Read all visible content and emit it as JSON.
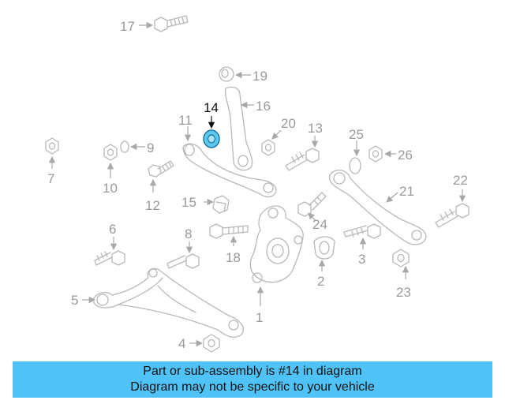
{
  "diagram": {
    "labels": [
      {
        "id": "1",
        "text": "1"
      },
      {
        "id": "2",
        "text": "2"
      },
      {
        "id": "3",
        "text": "3"
      },
      {
        "id": "4",
        "text": "4"
      },
      {
        "id": "5",
        "text": "5"
      },
      {
        "id": "6",
        "text": "6"
      },
      {
        "id": "7",
        "text": "7"
      },
      {
        "id": "8",
        "text": "8"
      },
      {
        "id": "9",
        "text": "9"
      },
      {
        "id": "10",
        "text": "10"
      },
      {
        "id": "11",
        "text": "11"
      },
      {
        "id": "12",
        "text": "12"
      },
      {
        "id": "13",
        "text": "13"
      },
      {
        "id": "14",
        "text": "14"
      },
      {
        "id": "15",
        "text": "15"
      },
      {
        "id": "16",
        "text": "16"
      },
      {
        "id": "17",
        "text": "17"
      },
      {
        "id": "18",
        "text": "18"
      },
      {
        "id": "19",
        "text": "19"
      },
      {
        "id": "20",
        "text": "20"
      },
      {
        "id": "21",
        "text": "21"
      },
      {
        "id": "22",
        "text": "22"
      },
      {
        "id": "23",
        "text": "23"
      },
      {
        "id": "24",
        "text": "24"
      },
      {
        "id": "25",
        "text": "25"
      },
      {
        "id": "26",
        "text": "26"
      }
    ],
    "highlighted_part": "14",
    "highlight_color": "#5bc8f0",
    "line_color": "#b8b8b8"
  },
  "banner": {
    "line1": "Part or sub-assembly is #14 in diagram",
    "line2": "Diagram may not be specific to your vehicle",
    "background": "#4fc3f7"
  }
}
